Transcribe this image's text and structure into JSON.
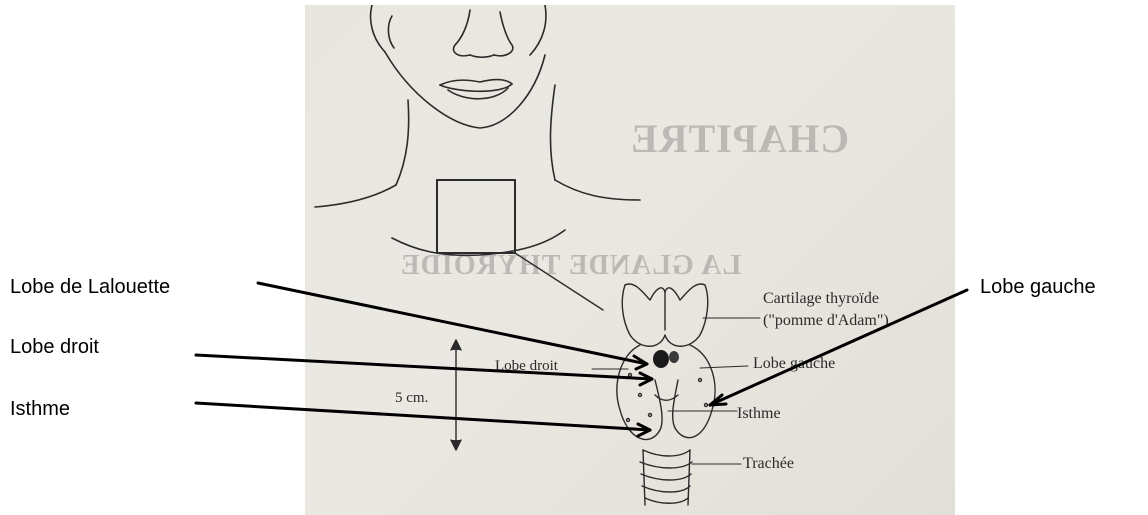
{
  "callouts": {
    "lobe_lalouette": "Lobe de Lalouette",
    "lobe_droit": "Lobe droit",
    "isthme": "Isthme",
    "lobe_gauche": "Lobe gauche"
  },
  "diagram_labels": {
    "cartilage_line1": "Cartilage thyroïde",
    "cartilage_line2": "(\"pomme d'Adam\")",
    "lobe_droit": "Lobe droit",
    "lobe_gauche": "Lobe gauche",
    "isthme": "Isthme",
    "trachee": "Trachée",
    "scale": "5 cm."
  },
  "bleed_through": {
    "chapitre": "CHAPITRE",
    "glande": "LA GLANDE THYROIDE"
  },
  "colors": {
    "paper": "#e9e6e0",
    "ink": "#2b2b2b",
    "callout_line": "#000000"
  }
}
